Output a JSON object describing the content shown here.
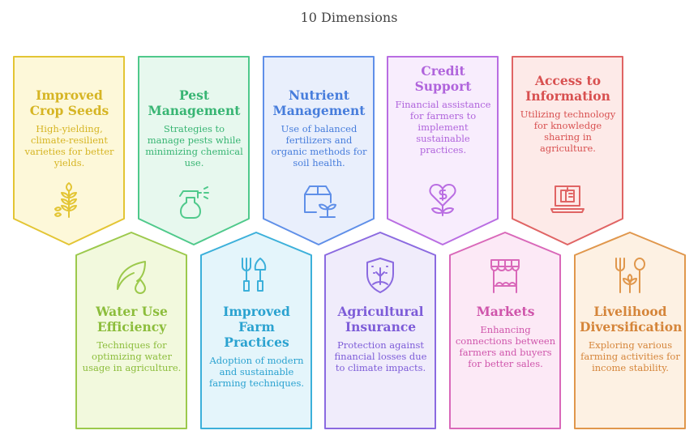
{
  "title": "10 Dimensions",
  "cards": [
    {
      "title": "Improved Crop Seeds",
      "desc": "High-yielding, climate-resilient varieties for better yields.",
      "icon": "wheat-icon",
      "stroke": "#e3c534",
      "fill": "#fdf8d9",
      "text": "#d6b524"
    },
    {
      "title": "Pest Management",
      "desc": "Strategies to manage pests while minimizing chemical use.",
      "icon": "spray-bottle-icon",
      "stroke": "#4fc98b",
      "fill": "#e7f8ee",
      "text": "#38b573"
    },
    {
      "title": "Nutrient Management",
      "desc": "Use of balanced fertilizers and organic methods for soil health.",
      "icon": "fertilizer-box-plant-icon",
      "stroke": "#5f8fe8",
      "fill": "#e9effc",
      "text": "#477ddc"
    },
    {
      "title": "Credit Support",
      "desc": "Financial assistance for farmers to implement sustainable practices.",
      "icon": "heart-dollar-plant-icon",
      "stroke": "#b96de2",
      "fill": "#f8edfd",
      "text": "#b064dc"
    },
    {
      "title": "Access to Information",
      "desc": "Utilizing technology for knowledge sharing in agriculture.",
      "icon": "laptop-book-icon",
      "stroke": "#e06464",
      "fill": "#fdeae8",
      "text": "#d85050"
    },
    {
      "title": "Water Use Efficiency",
      "desc": "Techniques for optimizing water usage in agriculture.",
      "icon": "leaf-water-drop-icon",
      "stroke": "#9cc94c",
      "fill": "#f2f9dd",
      "text": "#8cbd3c"
    },
    {
      "title": "Improved Farm Practices",
      "desc": "Adoption of modern and sustainable farming techniques.",
      "icon": "fork-trowel-icon",
      "stroke": "#3cb0da",
      "fill": "#e4f5fb",
      "text": "#2aa2d0"
    },
    {
      "title": "Agricultural Insurance",
      "desc": "Protection against financial losses due to climate impacts.",
      "icon": "shield-plant-icon",
      "stroke": "#8b6ae0",
      "fill": "#f0ecfb",
      "text": "#7d5cd8"
    },
    {
      "title": "Markets",
      "desc": "Enhancing connections between farmers and buyers for better sales.",
      "icon": "market-stall-icon",
      "stroke": "#d968b9",
      "fill": "#fce9f6",
      "text": "#cf55ab"
    },
    {
      "title": "Livelihood Diversification",
      "desc": "Exploring various farming activities for income stability.",
      "icon": "fork-plant-spoon-icon",
      "stroke": "#e0974c",
      "fill": "#fdf1e3",
      "text": "#d5853a"
    }
  ]
}
